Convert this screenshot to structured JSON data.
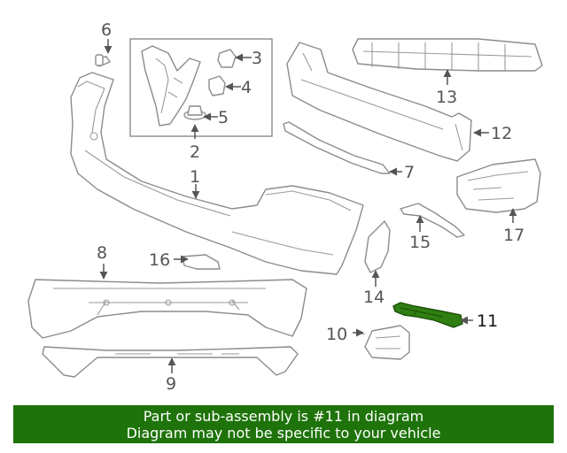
{
  "diagram": {
    "callouts": {
      "c1": "1",
      "c2": "2",
      "c3": "3",
      "c4": "4",
      "c5": "5",
      "c6": "6",
      "c7": "7",
      "c8": "8",
      "c9": "9",
      "c10": "10",
      "c11": "11",
      "c12": "12",
      "c13": "13",
      "c14": "14",
      "c15": "15",
      "c16": "16",
      "c17": "17"
    },
    "highlighted_part": "11",
    "highlight_color": "#2f7f12"
  },
  "banner": {
    "line1": "Part or sub-assembly is #11 in diagram",
    "line2": "Diagram may not be specific to your vehicle",
    "background": "#1e730a"
  }
}
